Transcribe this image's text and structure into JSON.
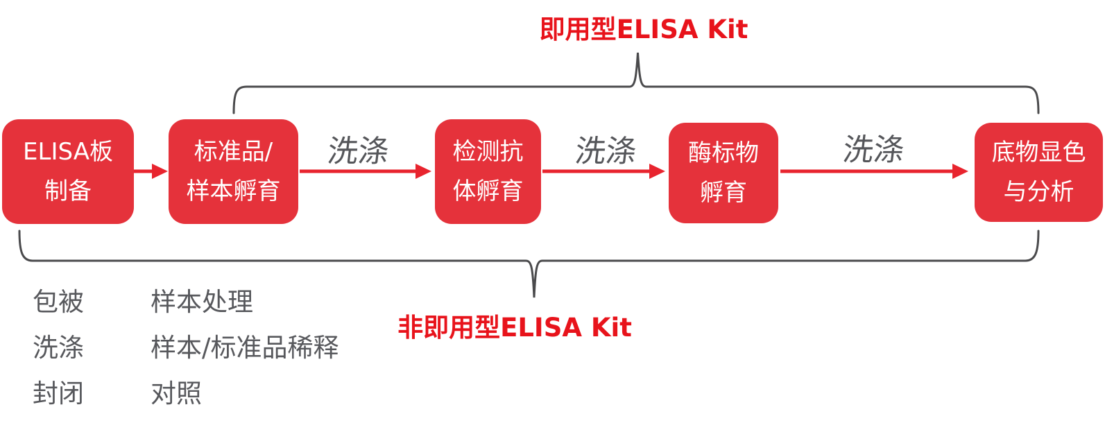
{
  "titles": {
    "ready_kit": "即用型ELISA Kit",
    "non_ready_kit": "非即用型ELISA Kit"
  },
  "flow_steps": [
    {
      "line1": "ELISA板",
      "line2": "制备"
    },
    {
      "line1": "标准品/",
      "line2": "样本孵育"
    },
    {
      "line1": "检测抗",
      "line2": "体孵育"
    },
    {
      "line1": "酶标物",
      "line2": "孵育"
    },
    {
      "line1": "底物显色",
      "line2": "与分析"
    }
  ],
  "arrow_labels": [
    "洗涤",
    "洗涤",
    "洗涤"
  ],
  "legend": {
    "col1": [
      "包被",
      "洗涤",
      "封闭"
    ],
    "col2": [
      "样本处理",
      "样本/标准品稀释",
      "对照"
    ]
  },
  "colors": {
    "box_red": "#E5323B",
    "accent_red": "#E8131B",
    "arrow_red": "#E8242E",
    "gray_text": "#55565A",
    "brace_gray": "#4A4A4C",
    "box_text": "#FFFFFF"
  }
}
